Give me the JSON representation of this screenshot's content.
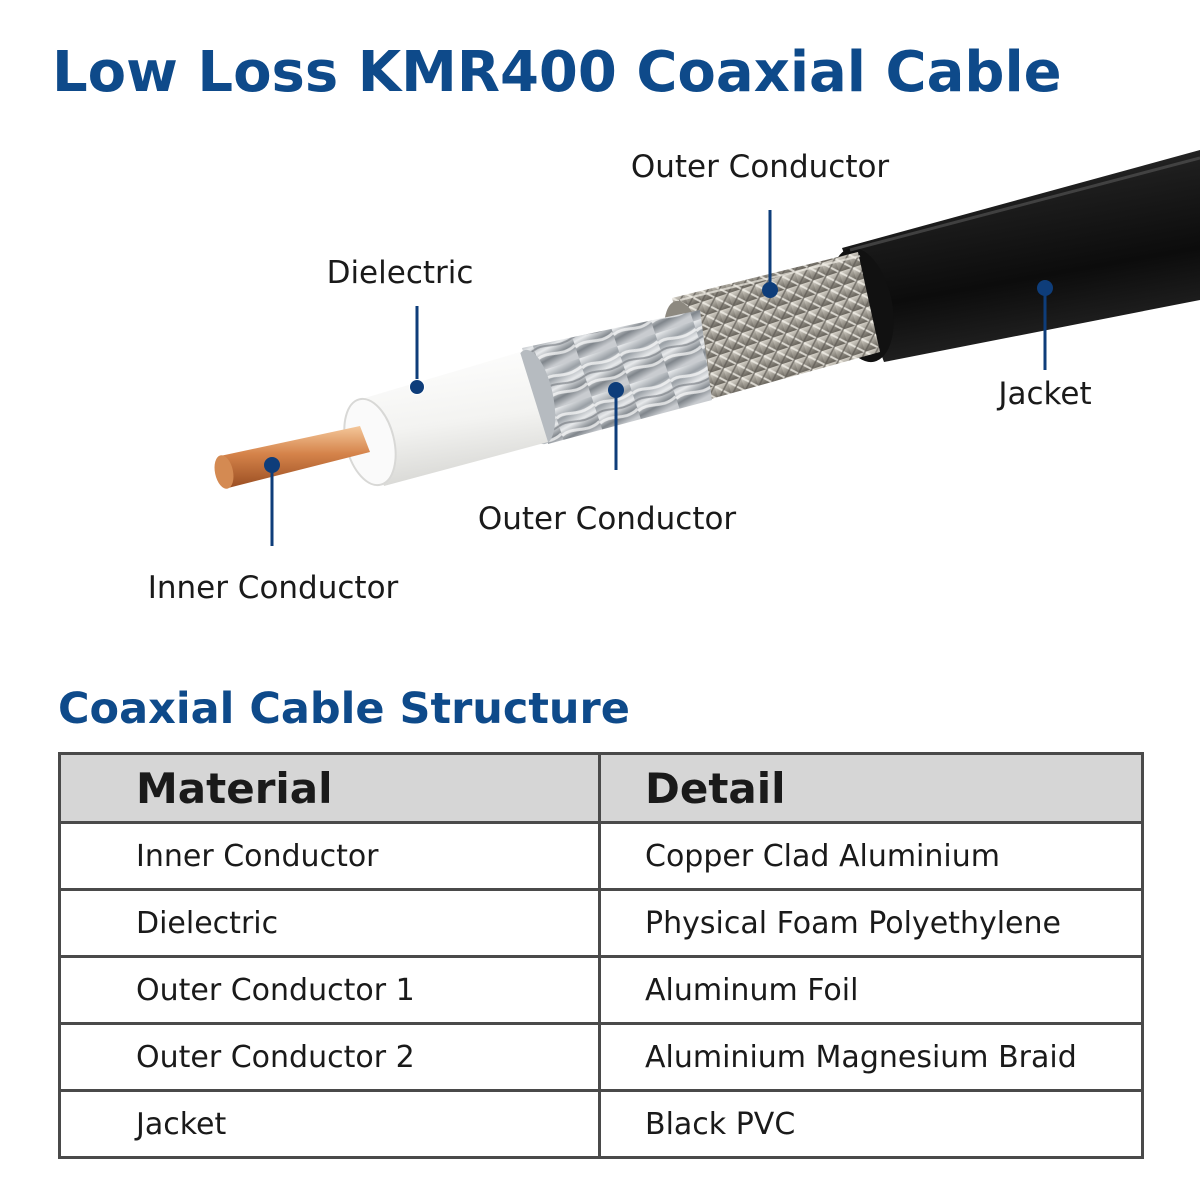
{
  "title": "Low Loss KMR400 Coaxial Cable",
  "colors": {
    "title": "#0e4a8a",
    "callout": "#0e3d7a",
    "jacket": "#1b1b1b",
    "copper": "#c8753a",
    "dielectric": "#f4f4f2",
    "foil": "#c9ccd0",
    "braid": "#b8b4ab",
    "table_header_bg": "#d6d6d6",
    "table_border": "#4a4a4a"
  },
  "diagram": {
    "labels": {
      "outer_conductor_top": "Outer Conductor",
      "dielectric": "Dielectric",
      "jacket": "Jacket",
      "outer_conductor_bottom": "Outer Conductor",
      "inner_conductor": "Inner Conductor"
    }
  },
  "section_title": "Coaxial Cable Structure",
  "table": {
    "headers": [
      "Material",
      "Detail"
    ],
    "rows": [
      [
        "Inner Conductor",
        "Copper Clad Aluminium"
      ],
      [
        "Dielectric",
        "Physical Foam Polyethylene"
      ],
      [
        "Outer Conductor 1",
        "Aluminum Foil"
      ],
      [
        "Outer Conductor 2",
        "Aluminium Magnesium Braid"
      ],
      [
        "Jacket",
        "Black PVC"
      ]
    ]
  }
}
